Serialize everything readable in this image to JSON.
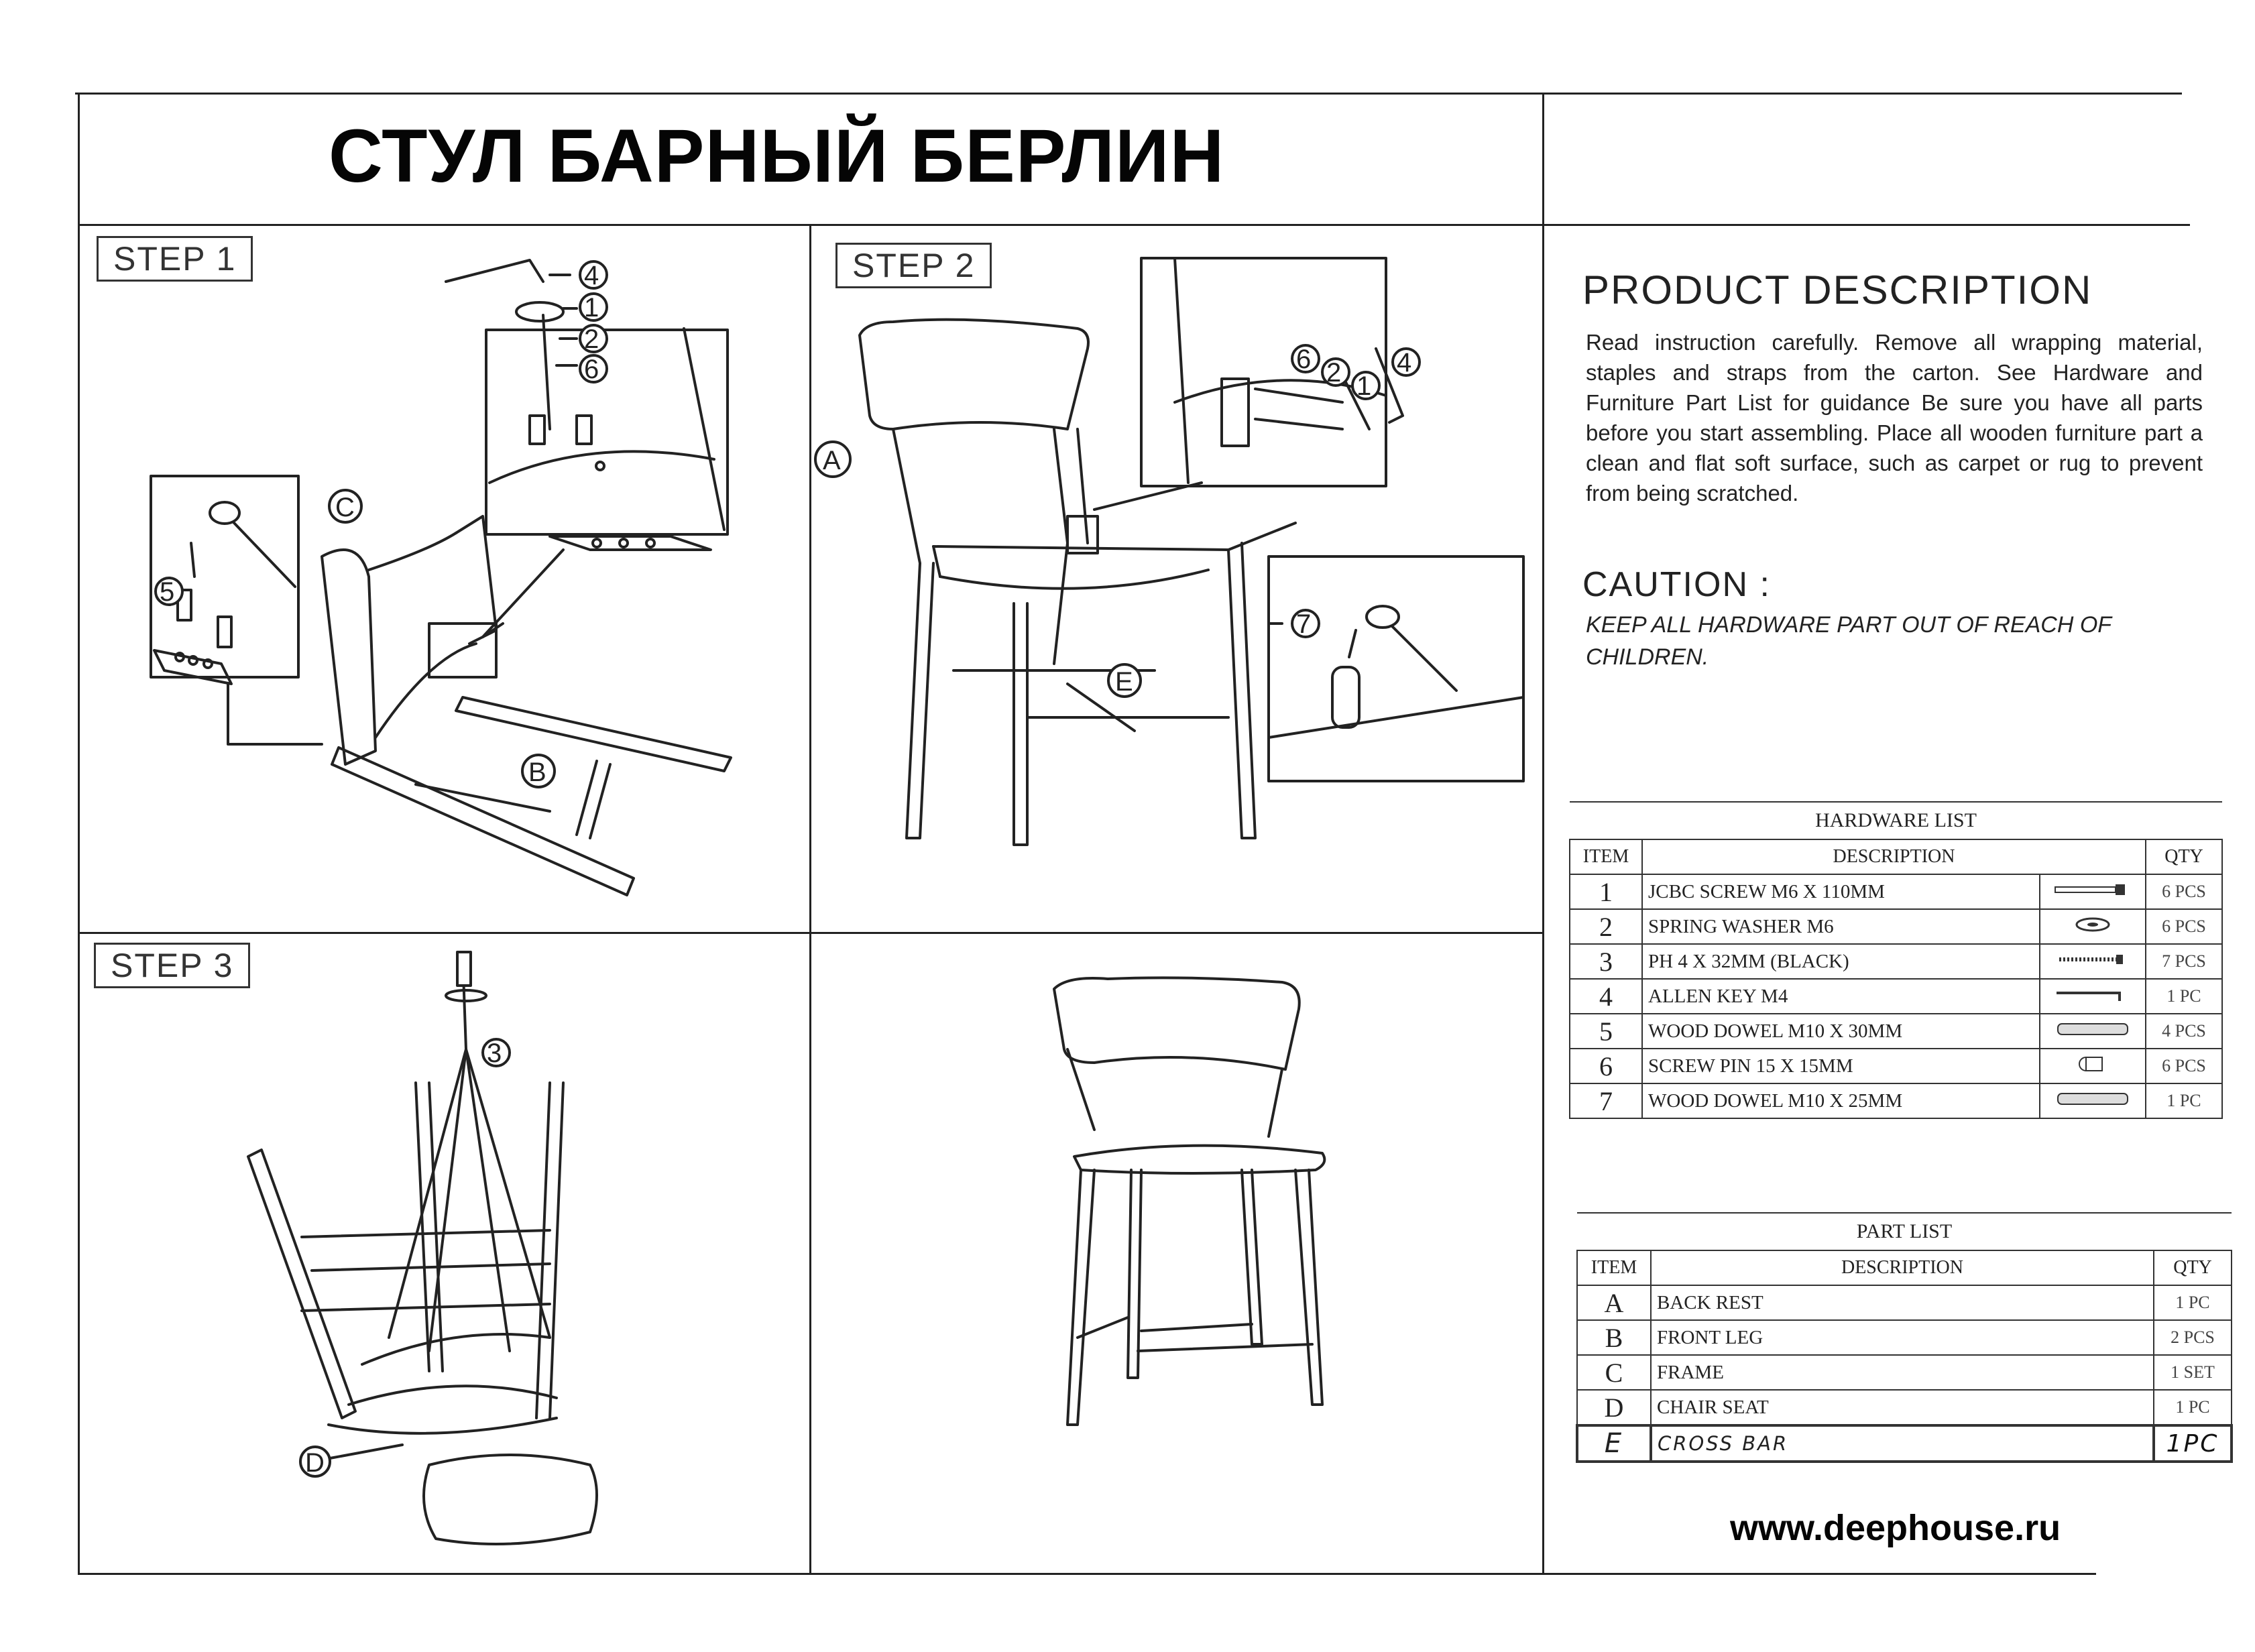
{
  "title": "СТУЛ БАРНЫЙ БЕРЛИН",
  "steps": [
    "STEP 1",
    "STEP 2",
    "STEP 3"
  ],
  "product_description": {
    "heading": "PRODUCT DESCRIPTION",
    "text": "Read instruction carefully. Remove all wrapping material, staples and straps from the carton. See Hardware and Furniture Part List for guidance Be sure you have all parts before you start assembling. Place all wooden furniture part a clean and flat soft surface, such as carpet or rug to prevent from being scratched."
  },
  "caution": {
    "heading": "CAUTION :",
    "text": "KEEP ALL HARDWARE PART OUT OF REACH OF CHILDREN."
  },
  "hardware_list": {
    "caption": "HARDWARE LIST",
    "headers": {
      "item": "ITEM",
      "description": "DESCRIPTION",
      "qty": "QTY"
    },
    "rows": [
      {
        "item": "1",
        "description": "JCBC SCREW M6 X 110MM",
        "qty": "6 PCS",
        "icon": "screw-icon"
      },
      {
        "item": "2",
        "description": "SPRING WASHER M6",
        "qty": "6 PCS",
        "icon": "washer-icon"
      },
      {
        "item": "3",
        "description": "PH 4 X 32MM (BLACK)",
        "qty": "7 PCS",
        "icon": "short-screw-icon"
      },
      {
        "item": "4",
        "description": "ALLEN KEY M4",
        "qty": "1 PC",
        "icon": "allen-key-icon"
      },
      {
        "item": "5",
        "description": "WOOD DOWEL M10 X 30MM",
        "qty": "4 PCS",
        "icon": "dowel-icon"
      },
      {
        "item": "6",
        "description": "SCREW PIN 15 X 15MM",
        "qty": "6 PCS",
        "icon": "screw-pin-icon"
      },
      {
        "item": "7",
        "description": "WOOD DOWEL M10 X 25MM",
        "qty": "1 PC",
        "icon": "dowel-icon"
      }
    ]
  },
  "part_list": {
    "caption": "PART LIST",
    "headers": {
      "item": "ITEM",
      "description": "DESCRIPTION",
      "qty": "QTY"
    },
    "rows": [
      {
        "item": "A",
        "description": "BACK REST",
        "qty": "1 PC"
      },
      {
        "item": "B",
        "description": "FRONT LEG",
        "qty": "2 PCS"
      },
      {
        "item": "C",
        "description": "FRAME",
        "qty": "1 SET"
      },
      {
        "item": "D",
        "description": "CHAIR SEAT",
        "qty": "1 PC"
      },
      {
        "item": "E",
        "description": "CROSS BAR",
        "qty": "1PC"
      }
    ]
  },
  "callouts": {
    "step1": [
      "4",
      "1",
      "2",
      "6",
      "C",
      "5",
      "B"
    ],
    "step2": [
      "A",
      "6",
      "2",
      "1",
      "4",
      "E",
      "7"
    ],
    "step3": [
      "3",
      "D"
    ]
  },
  "website": "www.deephouse.ru"
}
